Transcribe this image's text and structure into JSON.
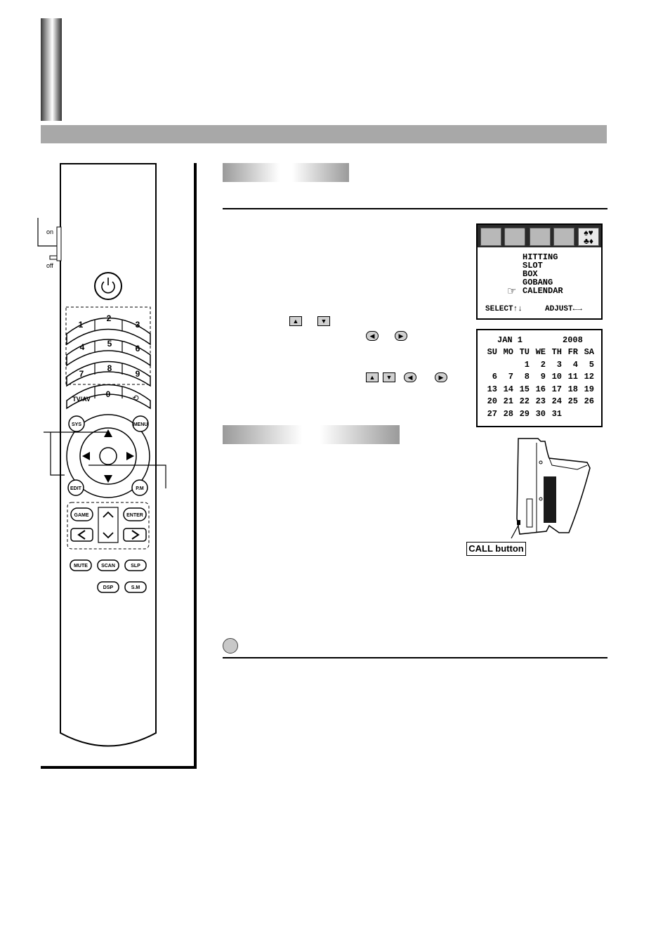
{
  "remote": {
    "power_switch": {
      "on": "on",
      "off": "off"
    },
    "number_keys": [
      "1",
      "2",
      "3",
      "4",
      "5",
      "6",
      "7",
      "8",
      "9"
    ],
    "tv_av": "TV/AV",
    "zero": "0",
    "sys": "SYS",
    "menu": "MENU",
    "edit": "EDIT",
    "pm": "P.M",
    "game": "GAME",
    "enter": "ENTER",
    "mute": "MUTE",
    "scan": "SCAN",
    "slp": "SLP",
    "dsp": "DSP",
    "sm": "S.M"
  },
  "game_menu": {
    "items": [
      "HITTING",
      "SLOT",
      "BOX",
      "GOBANG",
      "CALENDAR"
    ],
    "selected_index": 4,
    "footer_left": "SELECT↑↓",
    "footer_right": "ADJUST←→"
  },
  "calendar": {
    "month": "JAN 1",
    "year": "2008",
    "weekdays": [
      "SU",
      "MO",
      "TU",
      "WE",
      "TH",
      "FR",
      "SA"
    ],
    "weeks": [
      [
        "",
        "",
        "1",
        "2",
        "3",
        "4",
        "5"
      ],
      [
        "6",
        "7",
        "8",
        "9",
        "10",
        "11",
        "12"
      ],
      [
        "13",
        "14",
        "15",
        "16",
        "17",
        "18",
        "19"
      ],
      [
        "20",
        "21",
        "22",
        "23",
        "24",
        "25",
        "26"
      ],
      [
        "27",
        "28",
        "29",
        "30",
        "31",
        "",
        ""
      ]
    ]
  },
  "call_button_label": "CALL button",
  "colors": {
    "accent_gray": "#a8a8a8"
  }
}
